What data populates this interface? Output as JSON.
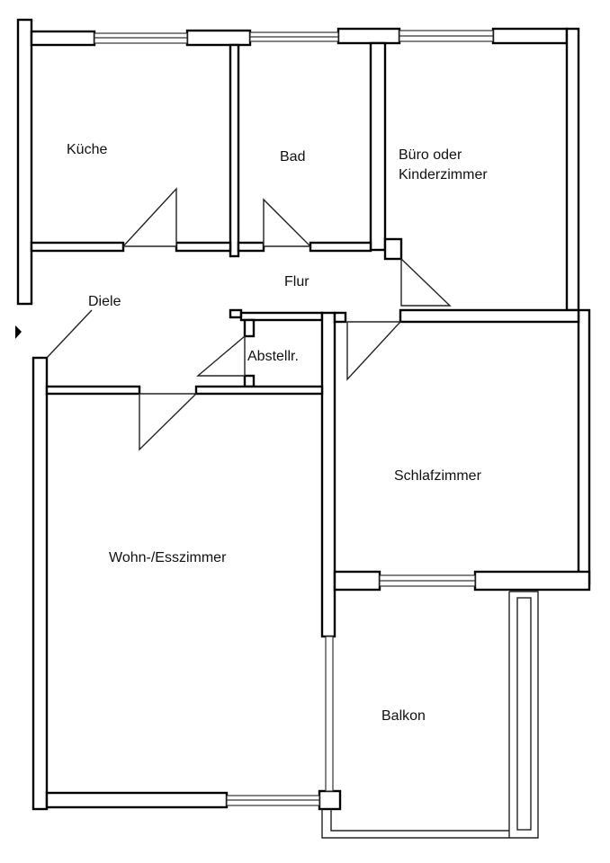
{
  "rooms": {
    "kitchen": "Küche",
    "bath": "Bad",
    "office_line1": "Büro oder",
    "office_line2": "Kinderzimmer",
    "hallway": "Flur",
    "entrance": "Diele",
    "storage": "Abstellr.",
    "bedroom": "Schlafzimmer",
    "living": "Wohn-/Esszimmer",
    "balcony": "Balkon"
  },
  "colors": {
    "wall": "#000000",
    "background": "#ffffff"
  }
}
